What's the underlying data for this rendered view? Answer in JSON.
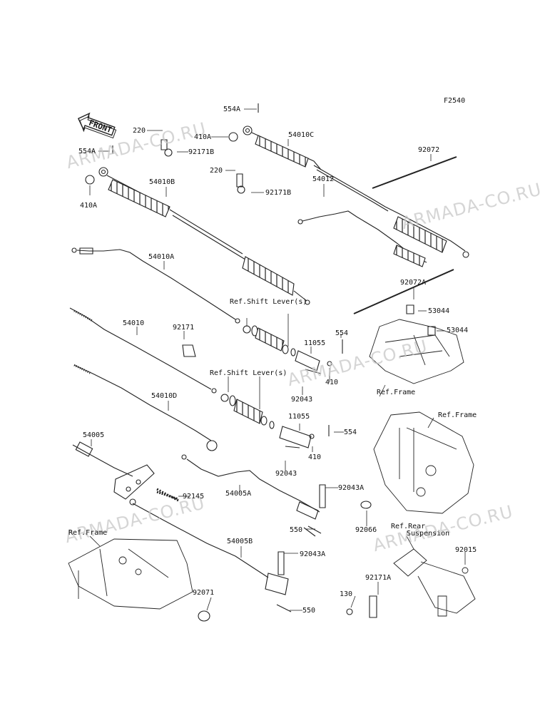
{
  "figure": {
    "code": "F2540",
    "front_label": "FRONT"
  },
  "parts": {
    "p554A_top": "554A",
    "p54010C": "54010C",
    "p220_a": "220",
    "p410A_a": "410A",
    "p92171B_a": "92171B",
    "p554A_left": "554A",
    "p92072": "92072",
    "p220_b": "220",
    "p54010B": "54010B",
    "p92171B_b": "92171B",
    "p410A_b": "410A",
    "p54012": "54012",
    "p54010A": "54010A",
    "p92072A": "92072A",
    "p53044_a": "53044",
    "p53044_b": "53044",
    "p54010": "54010",
    "p92171": "92171",
    "p11055_a": "11055",
    "p554_a": "554",
    "p410_a": "410",
    "p92043_a": "92043",
    "p54010D": "54010D",
    "p11055_b": "11055",
    "p554_b": "554",
    "p410_b": "410",
    "p54005": "54005",
    "p92043_b": "92043",
    "p92043A_a": "92043A",
    "p92145": "92145",
    "p54005A": "54005A",
    "p550_a": "550",
    "p92066": "92066",
    "p54005B": "54005B",
    "p92043A_b": "92043A",
    "p92015": "92015",
    "p92171A": "92171A",
    "p92071": "92071",
    "p130": "130",
    "p550_b": "550"
  },
  "references": {
    "shift_lever_1": "Ref.Shift Lever(s)",
    "shift_lever_2": "Ref.Shift Lever(s)",
    "frame_1": "Ref.Frame",
    "frame_2": "Ref.Frame",
    "frame_3": "Ref.Frame",
    "rear_suspension_1": "Ref.Rear",
    "rear_suspension_2": "Suspension"
  },
  "watermark": {
    "text": "ARMADA-CO.RU",
    "color": "#c8c8c8"
  },
  "colors": {
    "line": "#222222"
  }
}
